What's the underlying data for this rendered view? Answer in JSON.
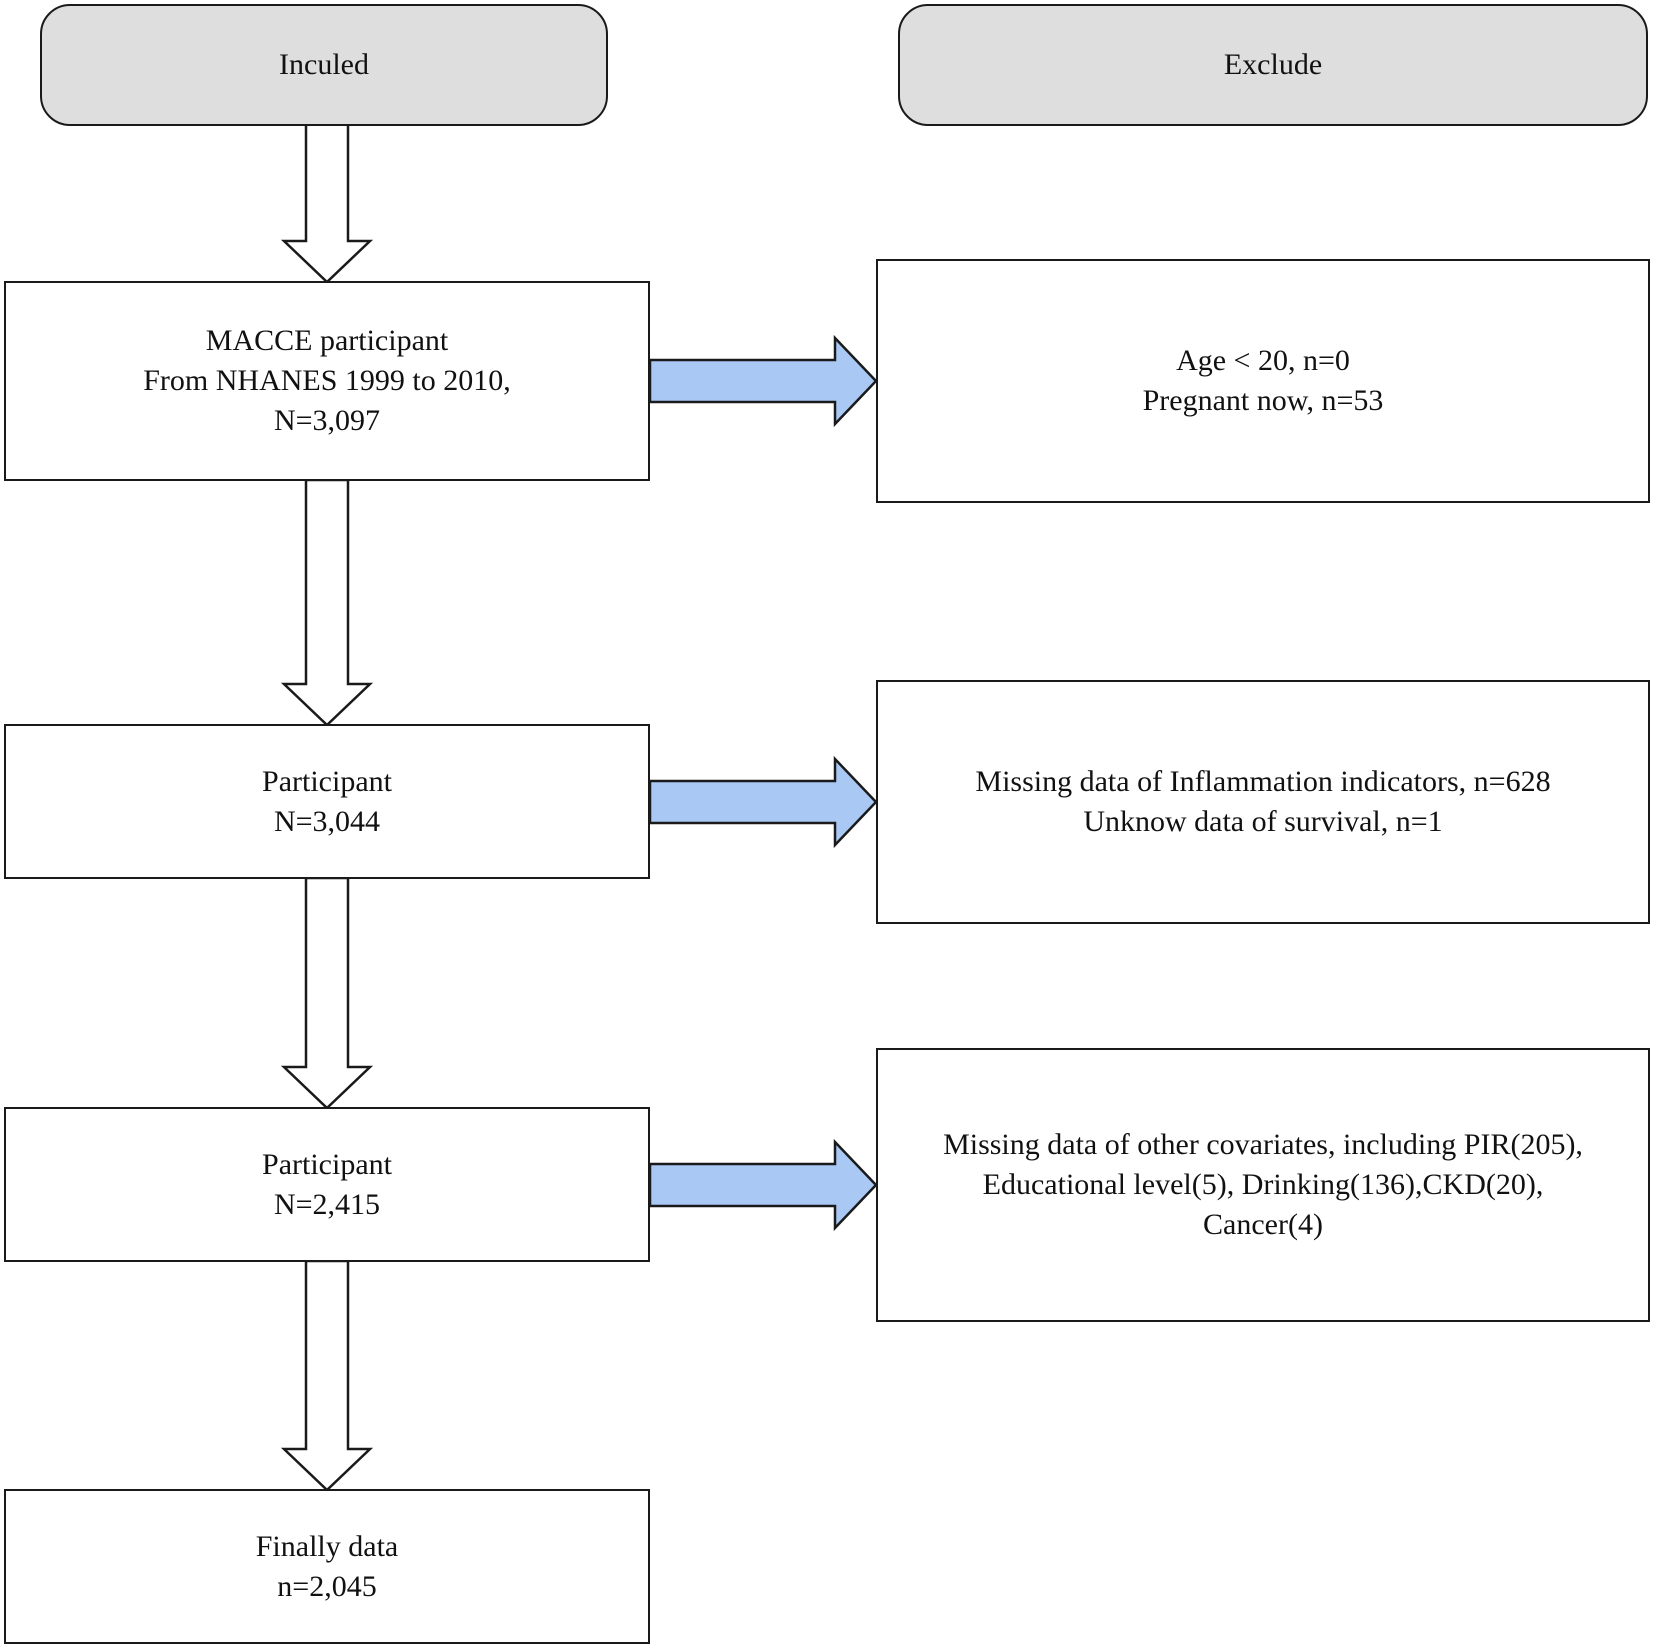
{
  "headers": {
    "included": "Inculed",
    "excluded": "Exclude"
  },
  "included_boxes": [
    {
      "lines": [
        "MACCE participant",
        "From NHANES 1999 to 2010,",
        "N=3,097"
      ]
    },
    {
      "lines": [
        "Participant",
        "N=3,044"
      ]
    },
    {
      "lines": [
        "Participant",
        "N=2,415"
      ]
    },
    {
      "lines": [
        "Finally data",
        "n=2,045"
      ]
    }
  ],
  "excluded_boxes": [
    {
      "lines": [
        "Age < 20, n=0",
        "Pregnant now, n=53"
      ]
    },
    {
      "lines": [
        "Missing data of Inflammation indicators, n=628",
        "Unknow data of survival, n=1"
      ]
    },
    {
      "lines": [
        "Missing data of other covariates, including PIR(205),",
        "Educational level(5), Drinking(136),CKD(20),",
        "Cancer(4)"
      ]
    }
  ],
  "colors": {
    "header_fill": "#dedede",
    "side_arrow_fill": "#a9c8f4",
    "down_arrow_fill": "#ffffff",
    "stroke": "#1a1a1a"
  }
}
